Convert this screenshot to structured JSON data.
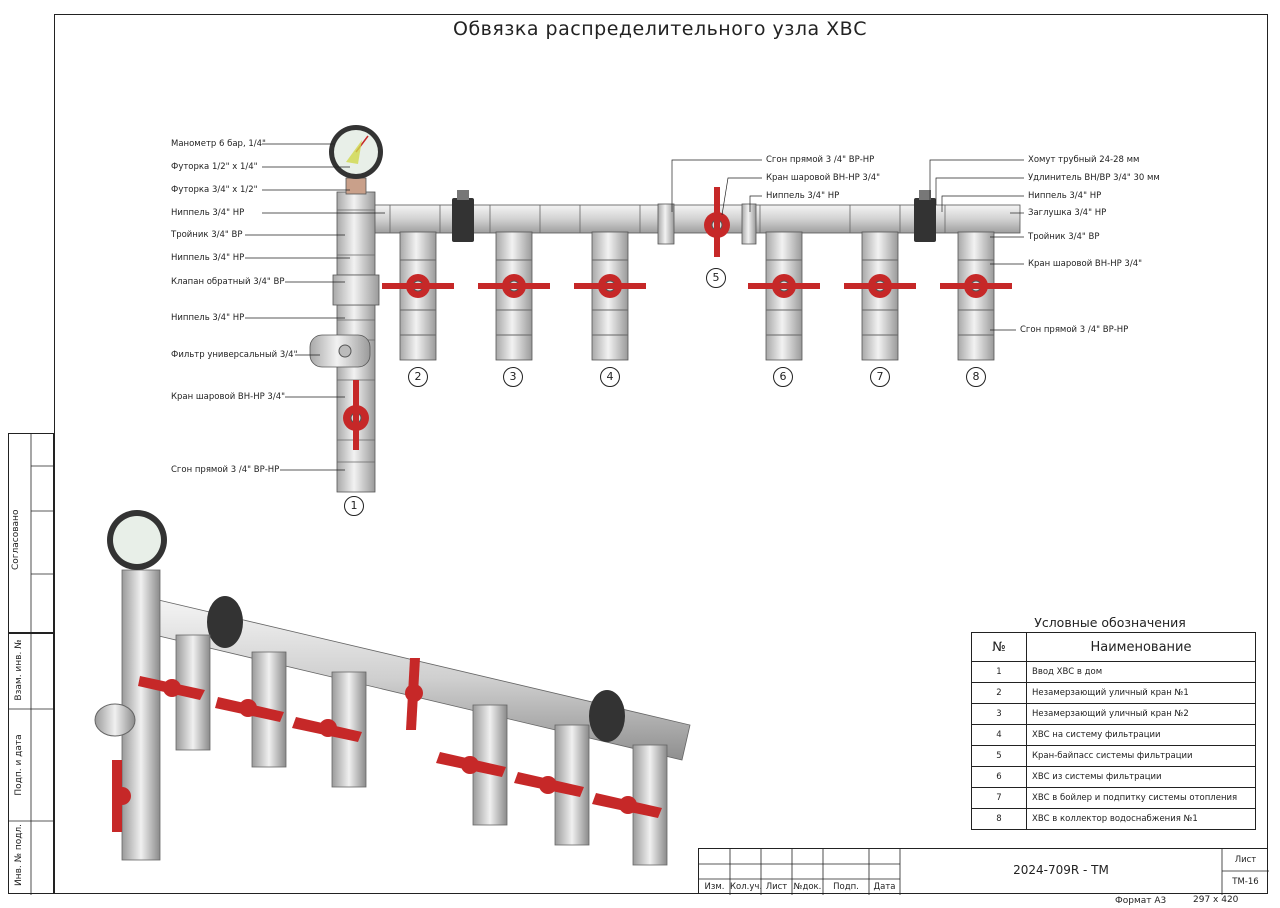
{
  "title": "Обвязка распределительного узла ХВС",
  "left_labels": [
    {
      "text": "Манометр 6 бар, 1/4\""
    },
    {
      "text": "Футорка 1/2\" х 1/4\""
    },
    {
      "text": "Футорка 3/4\" х 1/2\""
    },
    {
      "text": "Ниппель 3/4\" НР"
    },
    {
      "text": "Тройник 3/4\" ВР"
    },
    {
      "text": "Ниппель 3/4\" НР"
    },
    {
      "text": "Клапан обратный 3/4\" ВР"
    },
    {
      "text": "Ниппель 3/4\" НР"
    },
    {
      "text": "Фильтр универсальный 3/4\""
    },
    {
      "text": "Кран шаровой ВН-НР 3/4\""
    },
    {
      "text": "Сгон прямой 3 /4\" ВР-НР"
    }
  ],
  "center_labels": [
    {
      "text": "Сгон прямой 3 /4\" ВР-НР"
    },
    {
      "text": "Кран шаровой ВН-НР 3/4\""
    },
    {
      "text": "Ниппель 3/4\" НР"
    }
  ],
  "right_labels": [
    {
      "text": "Хомут трубный 24-28 мм"
    },
    {
      "text": "Удлинитель ВН/ВР 3/4\" 30 мм"
    },
    {
      "text": "Ниппель 3/4\" НР"
    },
    {
      "text": "Заглушка 3/4\" НР"
    },
    {
      "text": "Тройник 3/4\" ВР"
    },
    {
      "text": "Кран шаровой ВН-НР 3/4\""
    },
    {
      "text": "Сгон прямой 3 /4\" ВР-НР"
    }
  ],
  "numbers": [
    "1",
    "2",
    "3",
    "4",
    "5",
    "6",
    "7",
    "8"
  ],
  "legend": {
    "title": "Условные обозначения",
    "col_num": "№",
    "col_name": "Наименование",
    "rows": [
      {
        "n": "1",
        "name": "Ввод ХВС в дом"
      },
      {
        "n": "2",
        "name": "Незамерзающий уличный кран №1"
      },
      {
        "n": "3",
        "name": "Незамерзающий уличный кран №2"
      },
      {
        "n": "4",
        "name": "ХВС на систему фильтрации"
      },
      {
        "n": "5",
        "name": "Кран-байпасс системы фильтрации"
      },
      {
        "n": "6",
        "name": "ХВС из системы фильтрации"
      },
      {
        "n": "7",
        "name": "ХВС в бойлер и подпитку системы отопления"
      },
      {
        "n": "8",
        "name": "ХВС в коллектор водоснабжения №1"
      }
    ]
  },
  "side": {
    "agreed": "Согласовано",
    "inv_replace": "Взам. инв. №",
    "sign_date": "Подп. и дата",
    "inv_orig": "Инв. № подл."
  },
  "stamp": {
    "cols": [
      "Изм.",
      "Кол.уч.",
      "Лист",
      "№док.",
      "Подп.",
      "Дата"
    ],
    "code": "2024-709R - ТМ",
    "sheet_label": "Лист",
    "sheet_value": "ТМ-16"
  },
  "footer": {
    "format": "Формат А3",
    "size": "297 х 420"
  },
  "colors": {
    "handle": "#c62828",
    "pipe": "#d9d9d9",
    "line": "#222222"
  }
}
